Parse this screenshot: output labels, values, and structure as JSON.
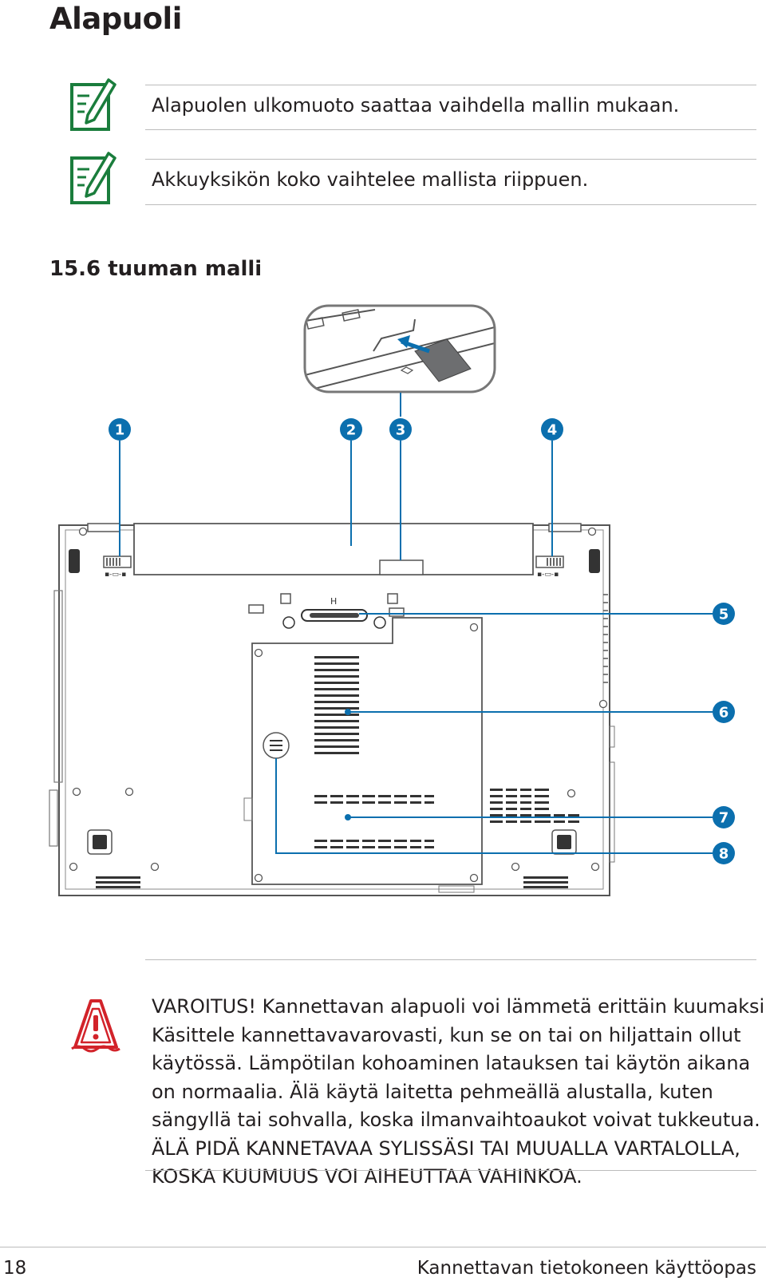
{
  "heading": "Alapuoli",
  "notes": [
    "Alapuolen ulkomuoto saattaa vaihdella mallin mukaan.",
    "Akkuyksikön koko vaihtelee mallista riippuen."
  ],
  "model_heading": "15.6 tuuman malli",
  "callouts": [
    "1",
    "2",
    "3",
    "4",
    "5",
    "6",
    "7",
    "8"
  ],
  "warning_lines": [
    "VAROITUS! Kannettavan alapuoli voi lämmetä erittäin kuumaksi.",
    "Käsittele kannettavavarovasti, kun se on tai on hiljattain ollut",
    "käytössä. Lämpötilan kohoaminen latauksen tai käytön aikana",
    "on normaalia. Älä käytä laitetta pehmeällä alustalla, kuten",
    "sängyllä tai sohvalla, koska ilmanvaihtoaukot voivat tukkeutua.",
    "ÄLÄ PIDÄ KANNETAVAA SYLISSÄSI TAI MUUALLA VARTALOLLA,",
    "KOSKA KUUMUUS VOI AIHEUTTAA VAHINKOA."
  ],
  "footer": {
    "page_number": "18",
    "title": "Kannettavan tietokoneen käyttöopas"
  },
  "colors": {
    "note_icon": "#1a7d3c",
    "warning_icon": "#d2232a",
    "callout": "#0b6fae",
    "rule": "#bcbcbc"
  },
  "icons": [
    "note-pencil-icon",
    "note-pencil-icon",
    "warning-hot-surface-icon"
  ]
}
